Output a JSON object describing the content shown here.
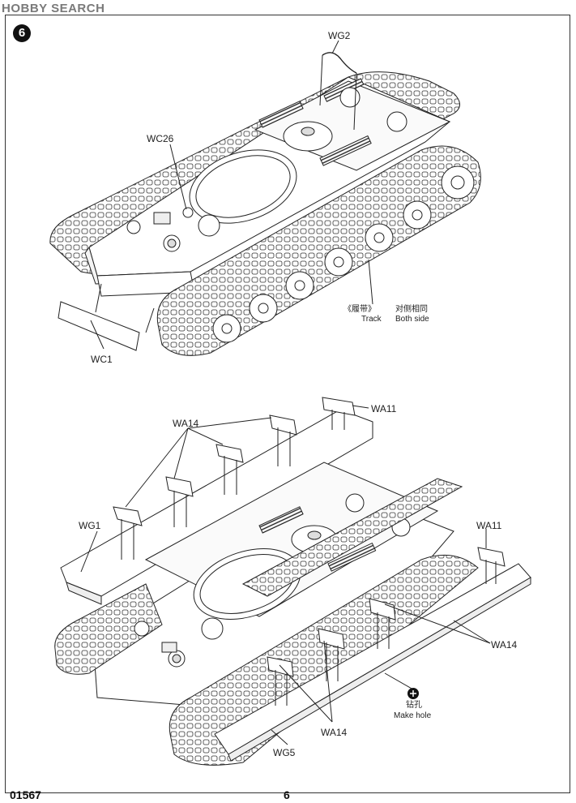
{
  "watermark": "HOBBY SEARCH",
  "step_number": "6",
  "upper": {
    "labels": {
      "wg2": "WG2",
      "wc26": "WC26",
      "wc1": "WC1",
      "track_cn": "《履带》",
      "track": "Track",
      "both_side_cn": "对侧相同",
      "both_side": "Both side"
    }
  },
  "lower": {
    "labels": {
      "wa14_top": "WA14",
      "wa11_top": "WA11",
      "wg1": "WG1",
      "wa11_right": "WA11",
      "wa14_right": "WA14",
      "make_hole_cn": "钻孔",
      "make_hole": "Make hole",
      "wa14_bottom": "WA14",
      "wg5": "WG5"
    }
  },
  "footer": {
    "code": "01567",
    "page": "6"
  }
}
